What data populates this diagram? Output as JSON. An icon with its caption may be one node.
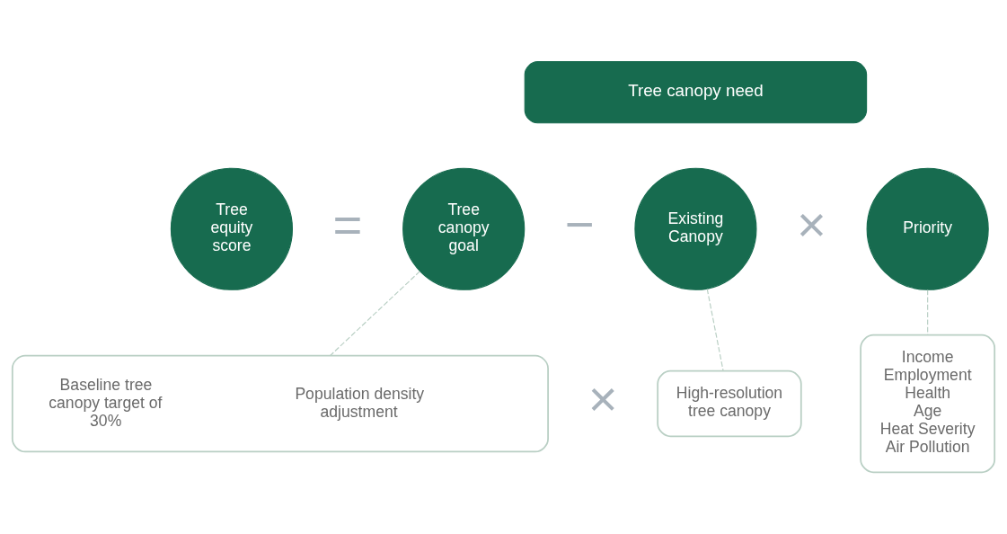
{
  "diagram": {
    "nodes": [
      {
        "text": [
          "Tree canopy need"
        ]
      },
      {
        "text": [
          "Tree equity score"
        ]
      },
      {
        "text": [
          "Tree canopy goal"
        ]
      },
      {
        "text": [
          "Existing Canopy"
        ]
      },
      {
        "text": [
          "Priority"
        ]
      },
      {
        "text": [
          "Baseline tree canopy target of 30%",
          "Population density adjustment"
        ]
      },
      {
        "text": [
          "High-resolution tree canopy"
        ]
      },
      {
        "text": [
          "Income",
          "Employment",
          "Health",
          "Age",
          "Heat Severity",
          "Air Pollution"
        ]
      }
    ],
    "edges": [
      {
        "from": 2,
        "to": 5,
        "arrow": "none",
        "style": "dashed"
      },
      {
        "from": 3,
        "to": 6,
        "arrow": "none",
        "style": "dashed"
      },
      {
        "from": 4,
        "to": 7,
        "arrow": "none",
        "style": "dashed"
      }
    ],
    "labels": [
      "=",
      "−",
      "×",
      "×"
    ]
  }
}
